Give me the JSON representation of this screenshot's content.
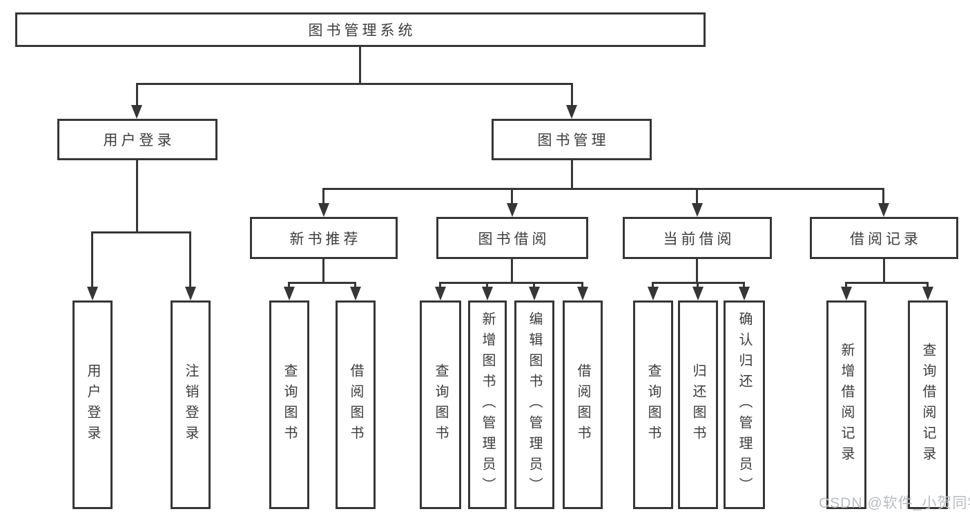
{
  "tree": {
    "label": "图书管理系统",
    "children": [
      {
        "label": "用户登录",
        "children": [
          {
            "label": "用户登录"
          },
          {
            "label": "注销登录"
          }
        ]
      },
      {
        "label": "图书管理",
        "children": [
          {
            "label": "新书推荐",
            "children": [
              {
                "label": "查询图书"
              },
              {
                "label": "借阅图书"
              }
            ]
          },
          {
            "label": "图书借阅",
            "children": [
              {
                "label": "查询图书"
              },
              {
                "label": "新增图书（管理员）"
              },
              {
                "label": "编辑图书（管理员）"
              },
              {
                "label": "借阅图书"
              }
            ]
          },
          {
            "label": "当前借阅",
            "children": [
              {
                "label": "查询图书"
              },
              {
                "label": "归还图书"
              },
              {
                "label": "确认归还（管理员）"
              }
            ]
          },
          {
            "label": "借阅记录",
            "children": [
              {
                "label": "新增借阅记录"
              },
              {
                "label": "查询借阅记录"
              }
            ]
          }
        ]
      }
    ]
  },
  "watermark": {
    "text": "CSDN @软件_小贺同学",
    "color": "#b9bcbf"
  },
  "colors": {
    "line": "#363636",
    "text": "#3d3d3d",
    "background": "#ffffff"
  }
}
